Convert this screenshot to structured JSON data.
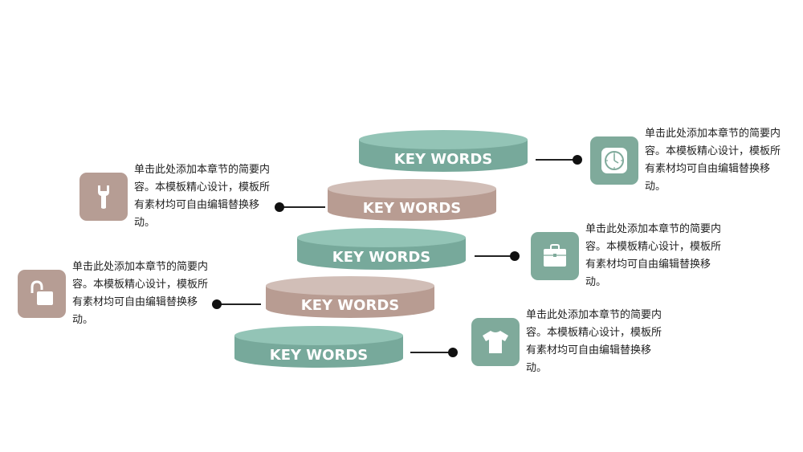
{
  "tiers": [
    {
      "label": "KEY WORDS",
      "color": "#77a99b"
    },
    {
      "label": "KEY WORDS",
      "color": "#b89c92"
    },
    {
      "label": "KEY WORDS",
      "color": "#77a99b"
    },
    {
      "label": "KEY WORDS",
      "color": "#b89c92"
    },
    {
      "label": "KEY WORDS",
      "color": "#77a99b"
    }
  ],
  "callouts": [
    {
      "icon": "clock-icon",
      "text": "单击此处添加本章节的简要内容。本模板精心设计，模板所有素材均可自由编辑替换移动。"
    },
    {
      "icon": "wrench-icon",
      "text": "单击此处添加本章节的简要内容。本模板精心设计，模板所有素材均可自由编辑替换移动。"
    },
    {
      "icon": "briefcase-icon",
      "text": "单击此处添加本章节的简要内容。本模板精心设计，模板所有素材均可自由编辑替换移动。"
    },
    {
      "icon": "unlock-icon",
      "text": "单击此处添加本章节的简要内容。本模板精心设计，模板所有素材均可自由编辑替换移动。"
    },
    {
      "icon": "tshirt-icon",
      "text": "单击此处添加本章节的简要内容。本模板精心设计，模板所有素材均可自由编辑替换移动。"
    }
  ],
  "colors": {
    "green": "#77a99b",
    "mauve": "#b89c92",
    "connector": "#222222"
  }
}
